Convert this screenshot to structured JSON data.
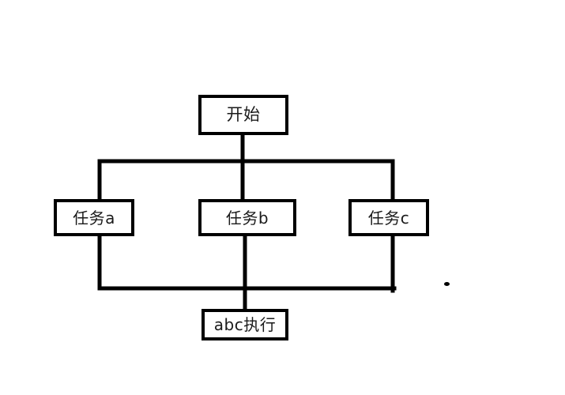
{
  "diagram": {
    "title": "task flow diagram",
    "background_color": "#ffffff",
    "line_color": "#000000",
    "text_color": "#1a1a1a",
    "nodes": [
      {
        "id": "start",
        "label": "开始",
        "shape": "rectangle"
      },
      {
        "id": "task_a",
        "label": "任务a",
        "shape": "rectangle"
      },
      {
        "id": "task_b",
        "label": "任务b",
        "shape": "rectangle"
      },
      {
        "id": "task_c",
        "label": "任务c",
        "shape": "rectangle"
      },
      {
        "id": "exec",
        "label": "abc执行",
        "shape": "rectangle"
      }
    ],
    "edges": [
      {
        "from": "start",
        "to": "task_a",
        "style": "orthogonal"
      },
      {
        "from": "start",
        "to": "task_b",
        "style": "straight"
      },
      {
        "from": "start",
        "to": "task_c",
        "style": "orthogonal"
      },
      {
        "from": "task_a",
        "to": "exec",
        "style": "orthogonal"
      },
      {
        "from": "task_b",
        "to": "exec",
        "style": "straight"
      },
      {
        "from": "task_c",
        "to": "exec",
        "style": "orthogonal"
      }
    ]
  }
}
